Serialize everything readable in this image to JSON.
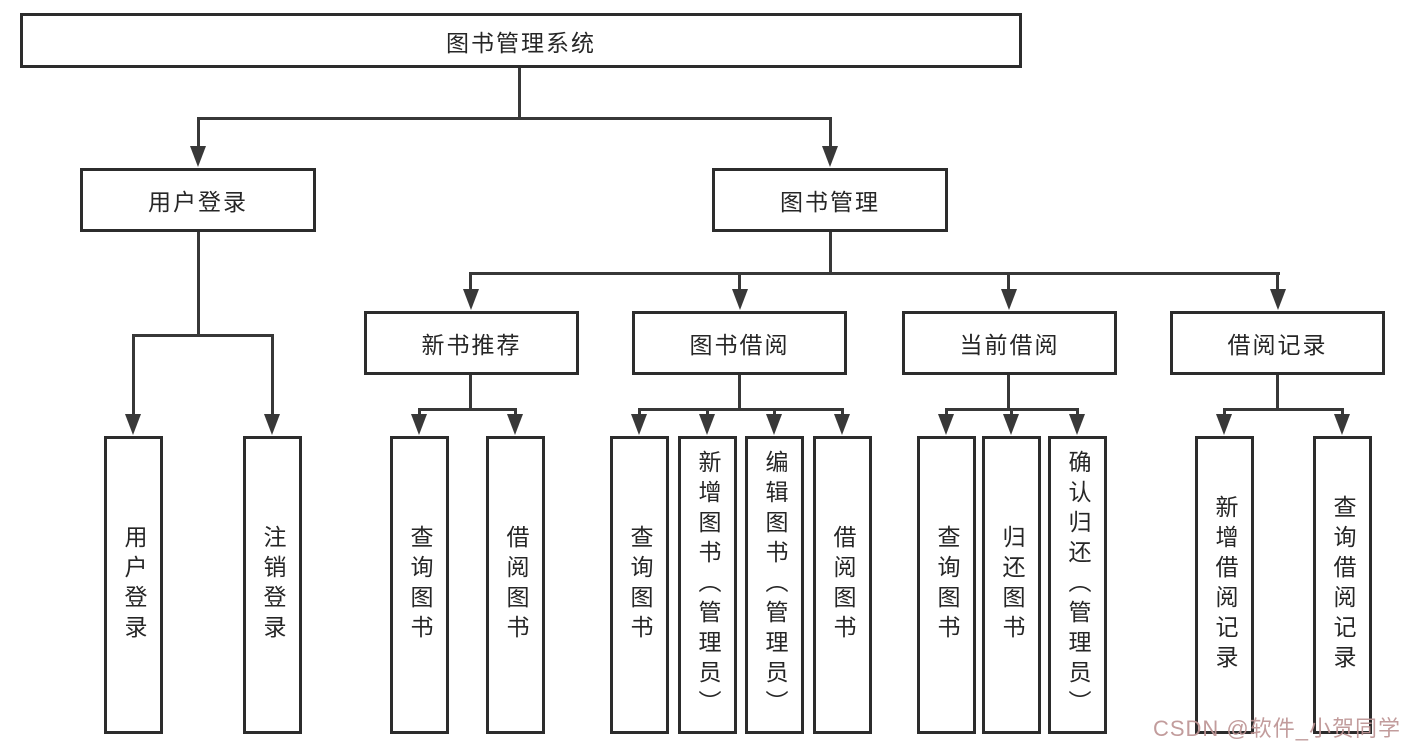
{
  "diagram": {
    "root": {
      "label": "图书管理系统"
    },
    "branches": {
      "login": {
        "label": "用户登录",
        "children": [
          "用户登录",
          "注销登录"
        ]
      },
      "management": {
        "label": "图书管理",
        "sections": {
          "recommend": {
            "label": "新书推荐",
            "children": [
              "查询图书",
              "借阅图书"
            ]
          },
          "borrow": {
            "label": "图书借阅",
            "children": [
              "查询图书",
              "新增图书（管理员）",
              "编辑图书（管理员）",
              "借阅图书"
            ]
          },
          "current": {
            "label": "当前借阅",
            "children": [
              "查询图书",
              "归还图书",
              "确认归还（管理员）"
            ]
          },
          "record": {
            "label": "借阅记录",
            "children": [
              "新增借阅记录",
              "查询借阅记录"
            ]
          }
        }
      }
    }
  },
  "watermark": {
    "text": "CSDN @软件_小贺同学"
  },
  "colors": {
    "background": "#ffffff",
    "line": "#383838",
    "box_border": "#2c2c2c",
    "text": "#262626",
    "watermark": "#bd9494"
  }
}
